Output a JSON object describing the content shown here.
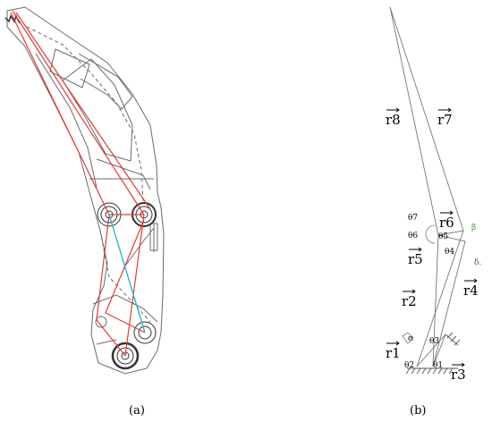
{
  "captions": {
    "a": "(a)",
    "b": "(b)"
  },
  "vectors": {
    "r1": "r1",
    "r2": "r2",
    "r3": "r3",
    "r4": "r4",
    "r5": "r5",
    "r6": "r6",
    "r7": "r7",
    "r8": "r8"
  },
  "angles": {
    "theta1": "θ1",
    "theta2": "θ2",
    "theta3": "θ3",
    "theta4": "θ4",
    "theta5": "θ5",
    "theta6": "θ6",
    "theta7": "θ7",
    "alpha": "α",
    "beta": "β",
    "delta": "δ."
  },
  "colors": {
    "link_red": "#e53935",
    "link_cyan": "#29b6d6",
    "outline": "#6a6a6a",
    "beta_mark": "#3a8f3a"
  }
}
